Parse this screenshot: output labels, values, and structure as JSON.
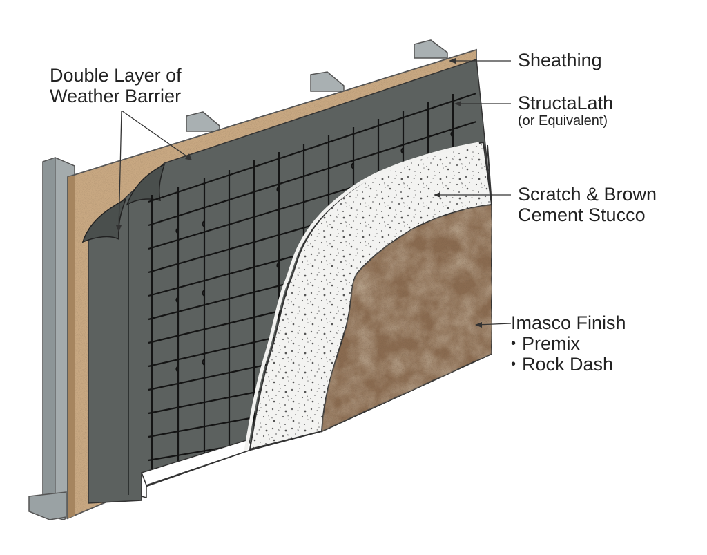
{
  "colors": {
    "steel": "#9aa2a4",
    "steel_dark": "#6c7476",
    "sheathing": "#c8a882",
    "sheathing_edge": "#9e7c56",
    "barrier": "#5c615f",
    "lath": "#141414",
    "stucco": "#f2f2f0",
    "finish": "#84664c",
    "text": "#222222",
    "leader": "#333333"
  },
  "labels": {
    "barrier": {
      "line1": "Double Layer of",
      "line2": "Weather Barrier"
    },
    "sheathing": "Sheathing",
    "lath": {
      "name": "StructaLath",
      "note": "(or Equivalent)"
    },
    "stucco": {
      "line1": "Scratch & Brown",
      "line2": "Cement Stucco"
    },
    "finish": {
      "title": "Imasco Finish",
      "items": [
        "Premix",
        "Rock Dash"
      ]
    }
  },
  "icons": [
    "steel-stud-icon",
    "metal-lath-icon"
  ]
}
